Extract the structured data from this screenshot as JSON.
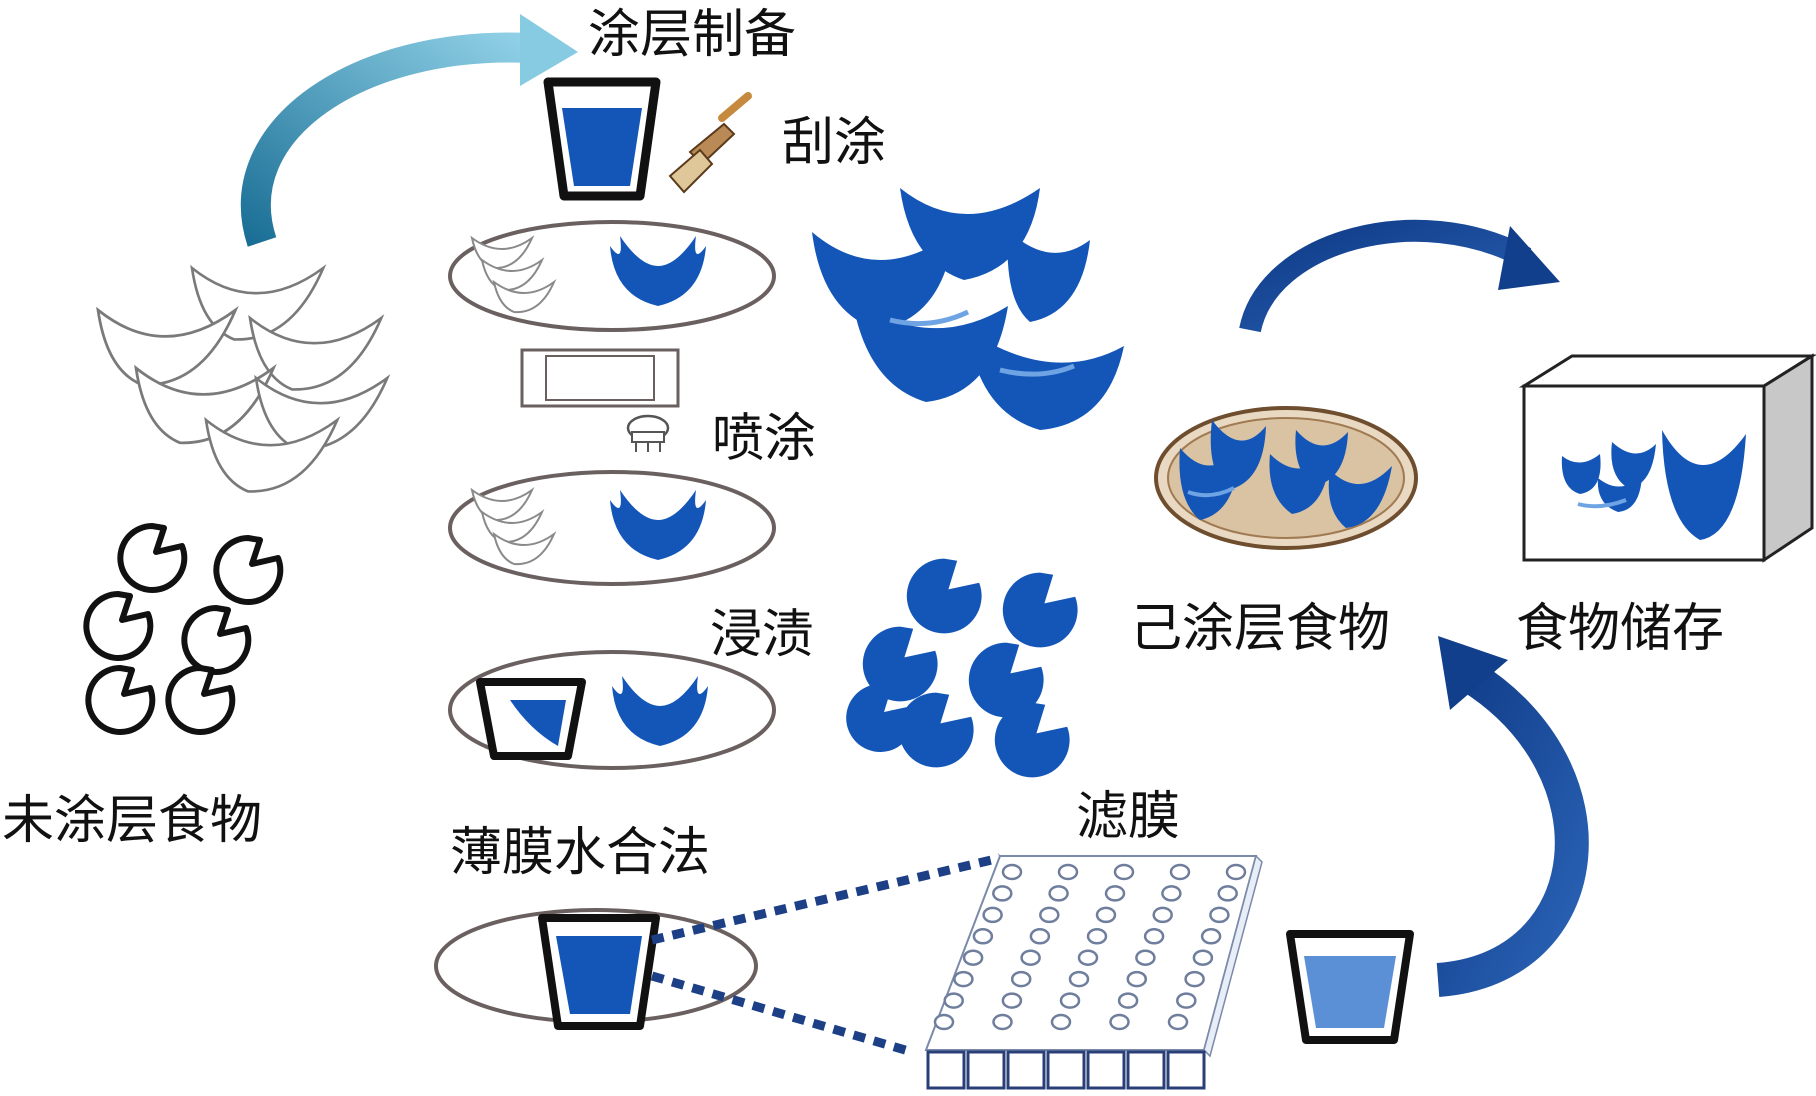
{
  "labels": {
    "coating_prep": "涂层制备",
    "blade_coating": "刮涂",
    "spray_coating": "喷涂",
    "dipping": "浸渍",
    "thin_film_hydration": "薄膜水合法",
    "filter_membrane": "滤膜",
    "uncoated_food": "未涂层食物",
    "coated_food": "己涂层食物",
    "food_storage": "食物储存"
  },
  "icons": {
    "coating_cup": "cup-icon",
    "brush": "brush-icon",
    "spray_nozzle": "spray-nozzle-icon",
    "filter_plate": "filter-membrane-icon",
    "basket": "basket-icon",
    "storage_box": "storage-box-icon"
  },
  "colors": {
    "coating_blue": "#1456b8",
    "light_blue": "#5b8fd6",
    "arrow_teal": "#4aa3c4",
    "arrow_navy": "#123f8c",
    "outline": "#111111",
    "plate_outline": "#6b6060"
  }
}
